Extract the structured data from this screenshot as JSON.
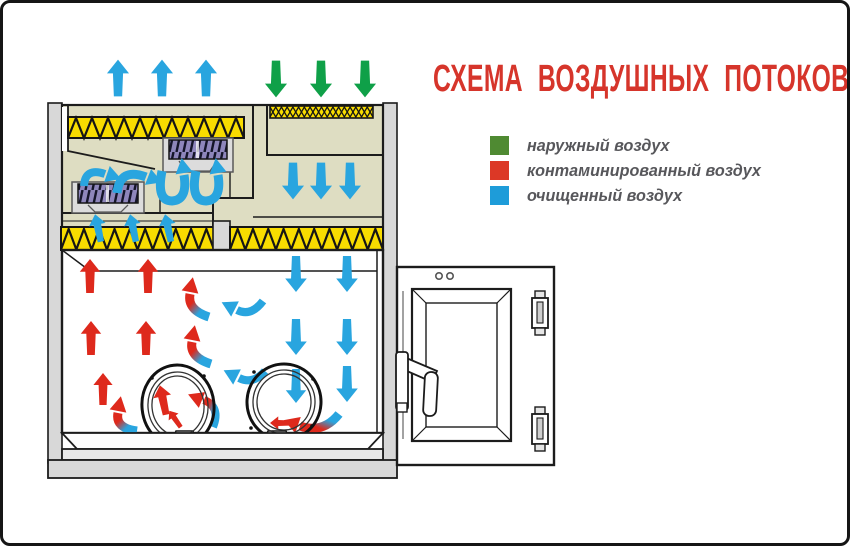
{
  "title": {
    "text": "СХЕМА ВОЗДУШНЫХ ПОТОКОВ",
    "color": "#D6352B"
  },
  "legend": {
    "items": [
      {
        "label": "наружный воздух",
        "color": "#4F8A32"
      },
      {
        "label": "контаминированный воздух",
        "color": "#DC3826"
      },
      {
        "label": "очищенный воздух",
        "color": "#1E9CD9"
      }
    ]
  },
  "diagram": {
    "colors": {
      "outside_air_arrow": "#0FA048",
      "contaminated_air_arrow": "#DE291C",
      "clean_air_arrow": "#29A5DF",
      "hepa_filter": "#F8DC00",
      "plenum_bg": "#DEDDC2",
      "frame_gray": "#D8D8D8",
      "fan_purple": "#8E86BB"
    }
  }
}
